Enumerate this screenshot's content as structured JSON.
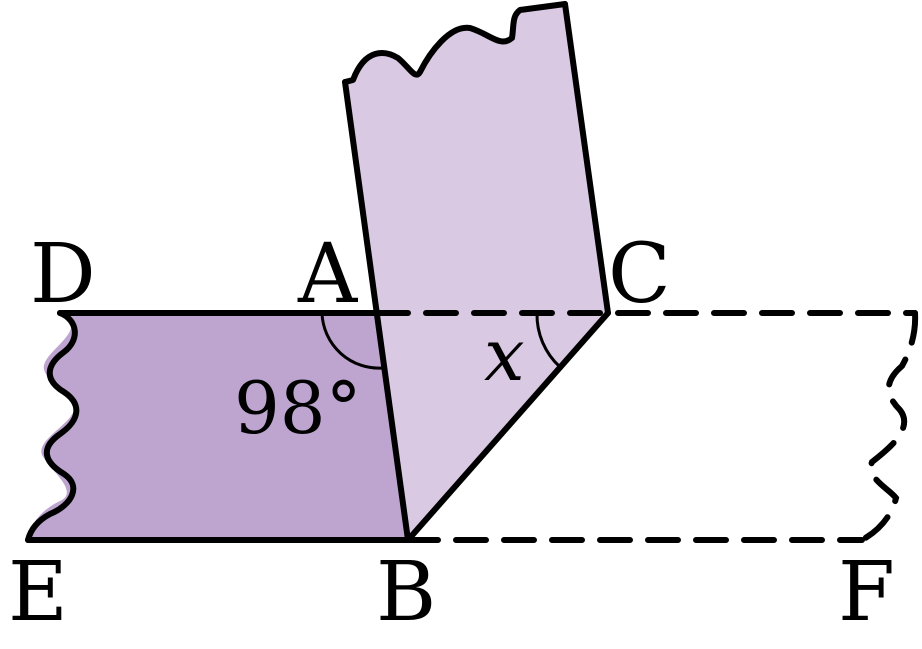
{
  "points": {
    "A": "A",
    "B": "B",
    "C": "C",
    "D": "D",
    "E": "E",
    "F": "F"
  },
  "angles": {
    "given": "98°",
    "unknown": "x"
  },
  "colors": {
    "dark_fill": "#bea5cf",
    "light_fill": "#d9c9e2",
    "stroke": "#000000"
  }
}
